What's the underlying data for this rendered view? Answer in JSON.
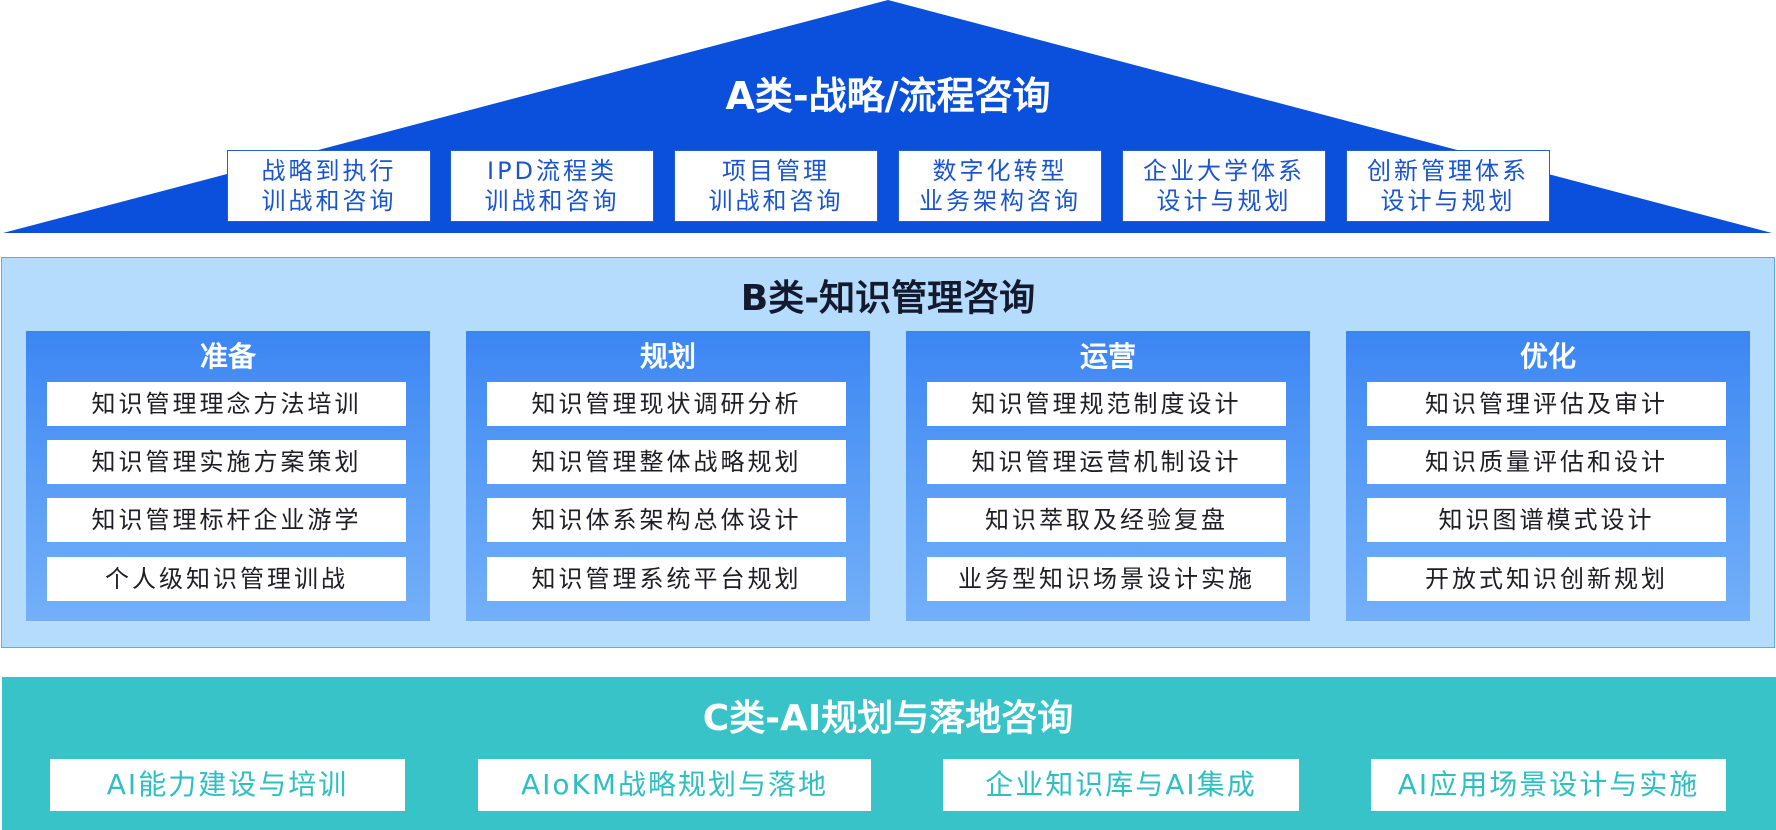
{
  "colors": {
    "a_blue": "#0a50dc",
    "a_text": "#1a55cf",
    "b_panel": "#b5dcfc",
    "b_column": "#4a90f5",
    "c_teal": "#37c3c8",
    "c_text": "#2ebfc2"
  },
  "section_a": {
    "title": "A类-战略/流程咨询",
    "boxes": [
      {
        "line1": "战略到执行",
        "line2": "训战和咨询"
      },
      {
        "line1": "IPD流程类",
        "line2": "训战和咨询"
      },
      {
        "line1": "项目管理",
        "line2": "训战和咨询"
      },
      {
        "line1": "数字化转型",
        "line2": "业务架构咨询"
      },
      {
        "line1": "企业大学体系",
        "line2": "设计与规划"
      },
      {
        "line1": "创新管理体系",
        "line2": "设计与规划"
      }
    ]
  },
  "section_b": {
    "title": "B类-知识管理咨询",
    "columns": [
      {
        "heading": "准备",
        "items": [
          "知识管理理念方法培训",
          "知识管理实施方案策划",
          "知识管理标杆企业游学",
          "个人级知识管理训战"
        ]
      },
      {
        "heading": "规划",
        "items": [
          "知识管理现状调研分析",
          "知识管理整体战略规划",
          "知识体系架构总体设计",
          "知识管理系统平台规划"
        ]
      },
      {
        "heading": "运营",
        "items": [
          "知识管理规范制度设计",
          "知识管理运营机制设计",
          "知识萃取及经验复盘",
          "业务型知识场景设计实施"
        ]
      },
      {
        "heading": "优化",
        "items": [
          "知识管理评估及审计",
          "知识质量评估和设计",
          "知识图谱模式设计",
          "开放式知识创新规划"
        ]
      }
    ]
  },
  "section_c": {
    "title": "C类-AI规划与落地咨询",
    "boxes": [
      "AI能力建设与培训",
      "AIoKM战略规划与落地",
      "企业知识库与AI集成",
      "AI应用场景设计与实施"
    ]
  }
}
